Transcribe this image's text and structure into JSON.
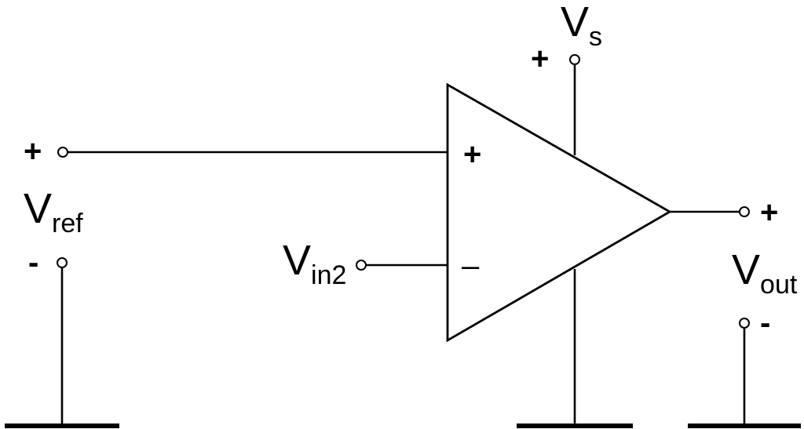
{
  "colors": {
    "stroke": "#000000",
    "background": "#ffffff"
  },
  "terminals": {
    "vref": {
      "symbol": "V",
      "sub": "ref",
      "plus": "+",
      "minus": "-"
    },
    "vin2": {
      "symbol": "V",
      "sub": "in2"
    },
    "vs": {
      "symbol": "V",
      "sub": "s",
      "plus": "+"
    },
    "vout": {
      "symbol": "V",
      "sub": "out",
      "plus": "+",
      "minus": "-"
    }
  },
  "opamp": {
    "noninverting_sign": "+",
    "inverting_sign": "–"
  }
}
